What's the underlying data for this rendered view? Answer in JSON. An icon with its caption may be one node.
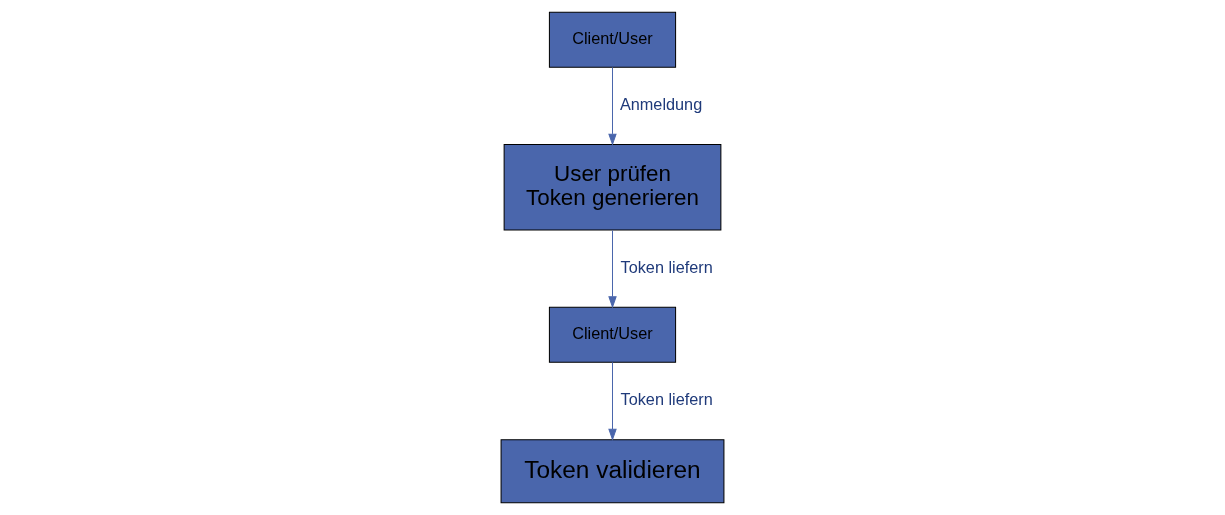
{
  "diagram": {
    "nodes": [
      {
        "text": [
          "Client/User"
        ]
      },
      {
        "text": [
          "User prüfen",
          "Token generieren"
        ]
      },
      {
        "text": [
          "Client/User"
        ]
      },
      {
        "text": [
          "Token validieren"
        ]
      }
    ],
    "edges": [
      {
        "from": 0,
        "to": 1,
        "arrow": "to",
        "label": "Anmeldung"
      },
      {
        "from": 1,
        "to": 2,
        "arrow": "to",
        "label": "Token liefern"
      },
      {
        "from": 2,
        "to": 3,
        "arrow": "to",
        "label": "Token liefern"
      }
    ]
  }
}
